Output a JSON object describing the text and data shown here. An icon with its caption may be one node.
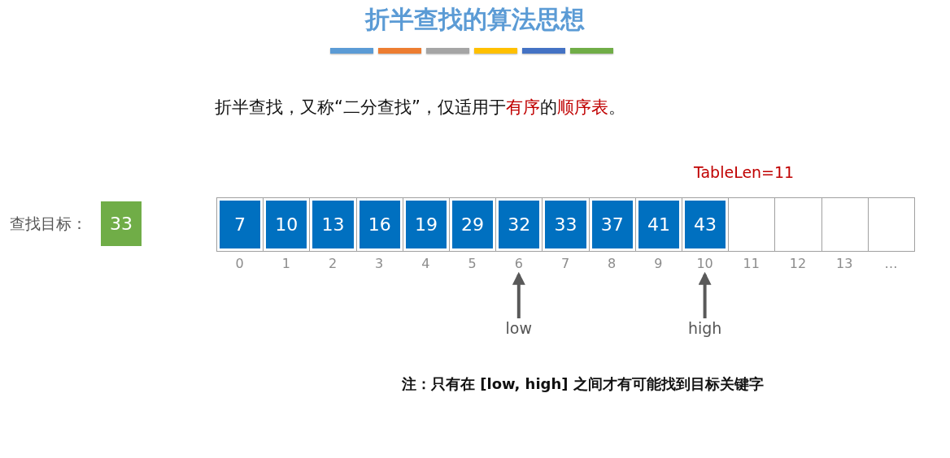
{
  "diagram": {
    "title": "折半查找的算法思想",
    "nodes": [
      {
        "text": [
          "33"
        ],
        "beside": [
          "查找目标："
        ]
      },
      {
        "text": [
          "7"
        ]
      },
      {
        "text": [
          "10"
        ]
      },
      {
        "text": [
          "13"
        ]
      },
      {
        "text": [
          "16"
        ]
      },
      {
        "text": [
          "19"
        ]
      },
      {
        "text": [
          "29"
        ]
      },
      {
        "text": [
          "32"
        ]
      },
      {
        "text": [
          "33"
        ]
      },
      {
        "text": [
          "37"
        ]
      },
      {
        "text": [
          "41"
        ]
      },
      {
        "text": [
          "43"
        ]
      },
      {
        "text": [],
        "shape": "box"
      },
      {
        "text": [],
        "shape": "box"
      },
      {
        "text": [],
        "shape": "box"
      },
      {
        "text": [],
        "shape": "box"
      },
      {
        "text": [
          "0"
        ]
      },
      {
        "text": [
          "1"
        ]
      },
      {
        "text": [
          "2"
        ]
      },
      {
        "text": [
          "3"
        ]
      },
      {
        "text": [
          "4"
        ]
      },
      {
        "text": [
          "5"
        ]
      },
      {
        "text": [
          "6"
        ]
      },
      {
        "text": [
          "7"
        ]
      },
      {
        "text": [
          "8"
        ]
      },
      {
        "text": [
          "9"
        ]
      },
      {
        "text": [
          "10"
        ]
      },
      {
        "text": [
          "11"
        ]
      },
      {
        "text": [
          "12"
        ]
      },
      {
        "text": [
          "13"
        ]
      },
      {
        "text": [
          "…"
        ]
      },
      {
        "text": [
          "low"
        ]
      },
      {
        "text": [
          "high"
        ]
      }
    ],
    "edges": [
      {
        "from": 31,
        "to": 22,
        "arrow": "to"
      },
      {
        "from": 32,
        "to": 26,
        "arrow": "to"
      }
    ],
    "labels": [
      "折半查找，又称“二分查找”，仅适用于",
      "有序",
      "的",
      "顺序表",
      "。",
      "TableLen=11",
      "注：只有在 [low, high] 之间才有可能找到目标关键字"
    ]
  }
}
